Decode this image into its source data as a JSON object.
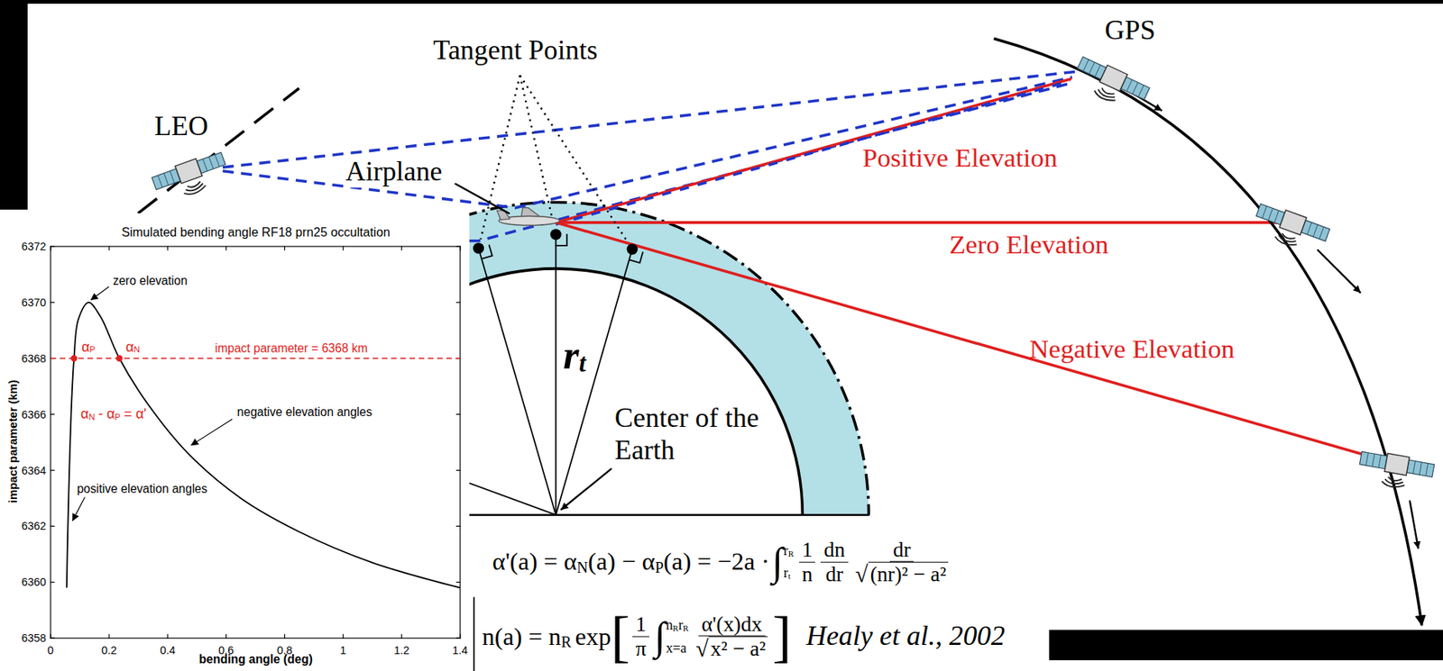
{
  "diagram": {
    "labels": [
      "Tangent Points",
      "LEO",
      "Airplane",
      "GPS",
      "Positive Elevation",
      "Zero Elevation",
      "Negative Elevation",
      "r",
      "t",
      "Center of the Earth",
      "Simulated bending angle RF18 prn25 occultation",
      "impact parameter (km)",
      "bending angle (deg)",
      "6372",
      "6370",
      "6368",
      "6366",
      "6364",
      "6362",
      "6360",
      "6358",
      "0",
      "0.2",
      "0.4",
      "0.6",
      "0.8",
      "1",
      "1.2",
      "1.4",
      "zero elevation",
      "α",
      "P",
      "α",
      "N",
      "impact parameter = 6368 km",
      "α",
      "N",
      "- α",
      "P",
      "= α'",
      "negative elevation angles",
      "positive elevation angles",
      "α'(a) = α",
      "N",
      "(a) − α",
      "P",
      "(a) = −2a ·",
      "∫",
      "r",
      "R",
      "r",
      "t",
      "1",
      "n",
      "dn",
      "dr",
      "dr",
      "√",
      "(nr)² − a²",
      "n(a) = n",
      "R",
      "exp",
      "[",
      "1",
      "π",
      "∫",
      "n",
      "R",
      "r",
      "R",
      "x=a",
      "α'(x)dx",
      "√",
      "x² − a²",
      "]",
      "Healy et al., 2002"
    ]
  }
}
